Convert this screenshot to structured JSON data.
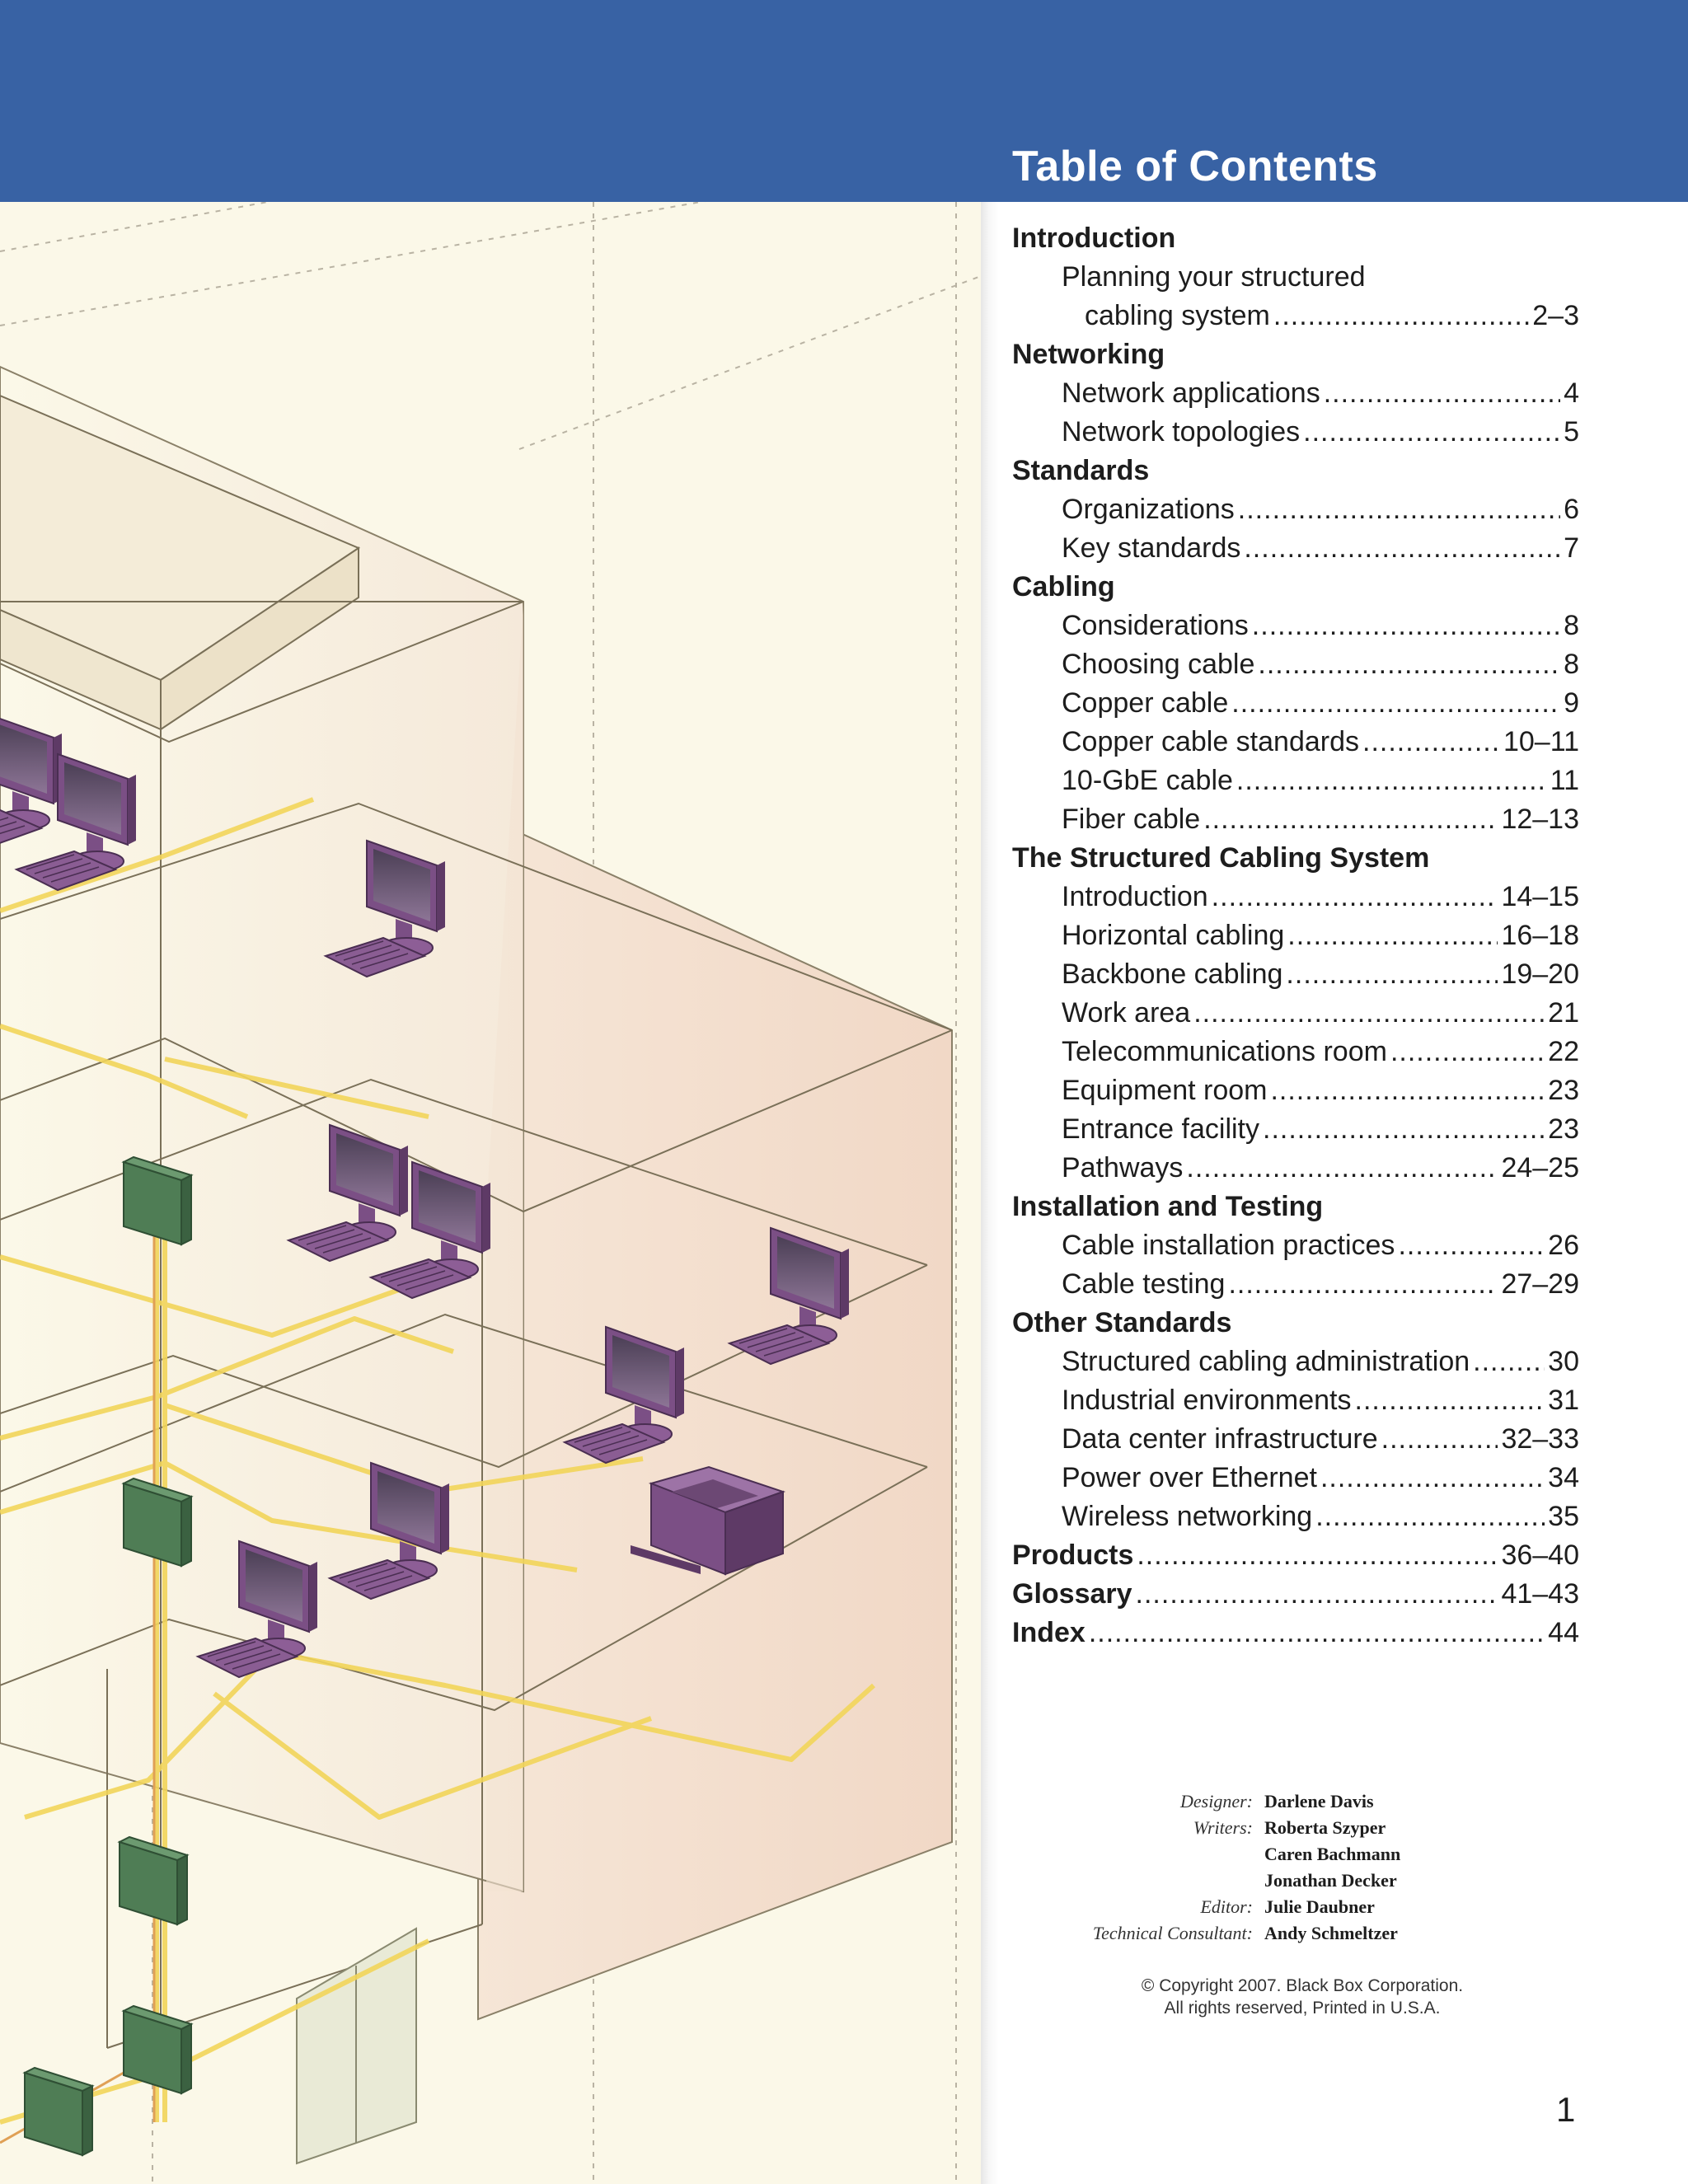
{
  "header": {
    "title": "Table of Contents"
  },
  "toc": {
    "introduction": {
      "heading": "Introduction",
      "entry_line1": "Planning your structured",
      "entry_line2": "cabling system",
      "entry_page": "2–3"
    },
    "networking": {
      "heading": "Networking",
      "entries": [
        {
          "label": "Network applications",
          "page": "4"
        },
        {
          "label": "Network topologies",
          "page": "5"
        }
      ]
    },
    "standards": {
      "heading": "Standards",
      "entries": [
        {
          "label": "Organizations",
          "page": "6"
        },
        {
          "label": "Key standards",
          "page": "7"
        }
      ]
    },
    "cabling": {
      "heading": "Cabling",
      "entries": [
        {
          "label": "Considerations",
          "page": "8"
        },
        {
          "label": "Choosing cable",
          "page": "8"
        },
        {
          "label": "Copper cable",
          "page": "9"
        },
        {
          "label": "Copper cable standards",
          "page": "10–11"
        },
        {
          "label": "10-GbE cable",
          "page": "11"
        },
        {
          "label": "Fiber cable",
          "page": "12–13"
        }
      ]
    },
    "structured": {
      "heading": "The Structured Cabling System",
      "entries": [
        {
          "label": "Introduction",
          "page": "14–15"
        },
        {
          "label": "Horizontal cabling",
          "page": "16–18"
        },
        {
          "label": "Backbone cabling",
          "page": "19–20"
        },
        {
          "label": "Work area",
          "page": "21"
        },
        {
          "label": "Telecommunications room",
          "page": "22"
        },
        {
          "label": "Equipment room",
          "page": "23"
        },
        {
          "label": "Entrance facility",
          "page": "23"
        },
        {
          "label": "Pathways",
          "page": "24–25"
        }
      ]
    },
    "installation": {
      "heading": "Installation and Testing",
      "entries": [
        {
          "label": "Cable installation practices",
          "page": "26"
        },
        {
          "label": "Cable testing",
          "page": "27–29"
        }
      ]
    },
    "other": {
      "heading": "Other Standards",
      "entries": [
        {
          "label": "Structured cabling administration",
          "page": "30"
        },
        {
          "label": "Industrial environments",
          "page": "31"
        },
        {
          "label": "Data center infrastructure",
          "page": "32–33"
        },
        {
          "label": "Power over Ethernet",
          "page": "34"
        },
        {
          "label": "Wireless networking",
          "page": "35"
        }
      ]
    },
    "products": {
      "heading": "Products",
      "page": "36–40"
    },
    "glossary": {
      "heading": "Glossary",
      "page": "41–43"
    },
    "index": {
      "heading": "Index",
      "page": "44"
    }
  },
  "credits": {
    "designer_role": "Designer:",
    "designer_name": "Darlene Davis",
    "writers_role": "Writers:",
    "writer1": "Roberta Szyper",
    "writer2": "Caren Bachmann",
    "writer3": "Jonathan Decker",
    "editor_role": "Editor:",
    "editor_name": "Julie Daubner",
    "consultant_role": "Technical Consultant:",
    "consultant_name": "Andy Schmeltzer"
  },
  "copyright": {
    "line1": "© Copyright 2007. Black Box Corporation.",
    "line2": "All rights reserved, Printed in U.S.A."
  },
  "page_number": "1",
  "colors": {
    "banner": "#3862a4",
    "building_bg": "#fbf7e6",
    "cable": "#f2d55a",
    "computer": "#7a4d82",
    "panel": "#4f7d55"
  }
}
